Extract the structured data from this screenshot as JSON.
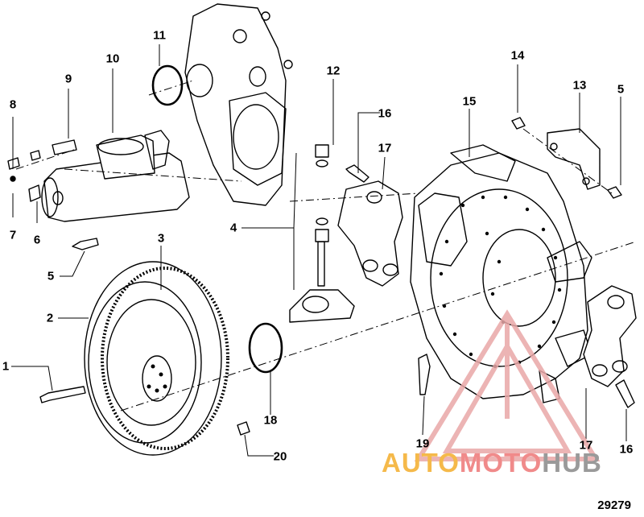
{
  "callouts": [
    {
      "id": "1",
      "label": "1"
    },
    {
      "id": "2",
      "label": "2"
    },
    {
      "id": "3",
      "label": "3"
    },
    {
      "id": "4",
      "label": "4"
    },
    {
      "id": "5a",
      "label": "5"
    },
    {
      "id": "5b",
      "label": "5"
    },
    {
      "id": "6",
      "label": "6"
    },
    {
      "id": "7",
      "label": "7"
    },
    {
      "id": "8",
      "label": "8"
    },
    {
      "id": "9",
      "label": "9"
    },
    {
      "id": "10",
      "label": "10"
    },
    {
      "id": "11",
      "label": "11"
    },
    {
      "id": "12",
      "label": "12"
    },
    {
      "id": "13",
      "label": "13"
    },
    {
      "id": "14",
      "label": "14"
    },
    {
      "id": "15",
      "label": "15"
    },
    {
      "id": "16a",
      "label": "16"
    },
    {
      "id": "16b",
      "label": "16"
    },
    {
      "id": "17a",
      "label": "17"
    },
    {
      "id": "17b",
      "label": "17"
    },
    {
      "id": "18",
      "label": "18"
    },
    {
      "id": "19",
      "label": "19"
    },
    {
      "id": "20",
      "label": "20"
    }
  ],
  "figure_number": "29279",
  "watermark": {
    "part1": "AUTO",
    "part2": "MOTO",
    "part3": "HUB"
  },
  "colors": {
    "ink": "#000000",
    "watermark_red": "#e8a0a0",
    "watermark_orange": "#f5b94a",
    "watermark_gray": "#9a9a9a"
  }
}
